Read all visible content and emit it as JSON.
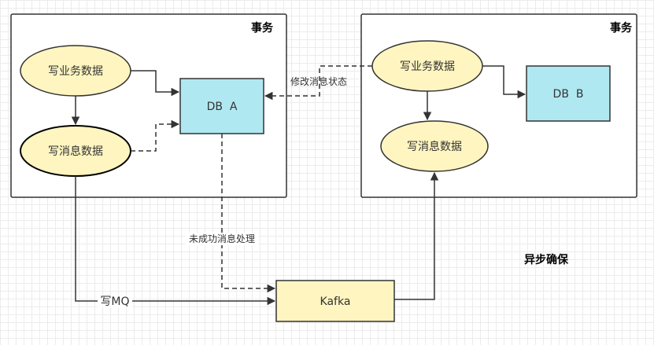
{
  "colors": {
    "ellipse_fill": "#fff5c0",
    "db_fill": "#b0e8f2",
    "kafka_fill": "#fff5c0",
    "stroke": "#333333"
  },
  "left_group": {
    "title": "事务",
    "write_business": "写业务数据",
    "write_message": "写消息数据",
    "db": "DB  A"
  },
  "right_group": {
    "title": "事务",
    "write_business": "写业务数据",
    "write_message": "写消息数据",
    "db": "DB  B"
  },
  "kafka": "Kafka",
  "edge_labels": {
    "update_status": "修改消息状态",
    "unsuccessful": "未成功消息处理",
    "write_mq": "写MQ"
  },
  "annotation": "异步确保"
}
